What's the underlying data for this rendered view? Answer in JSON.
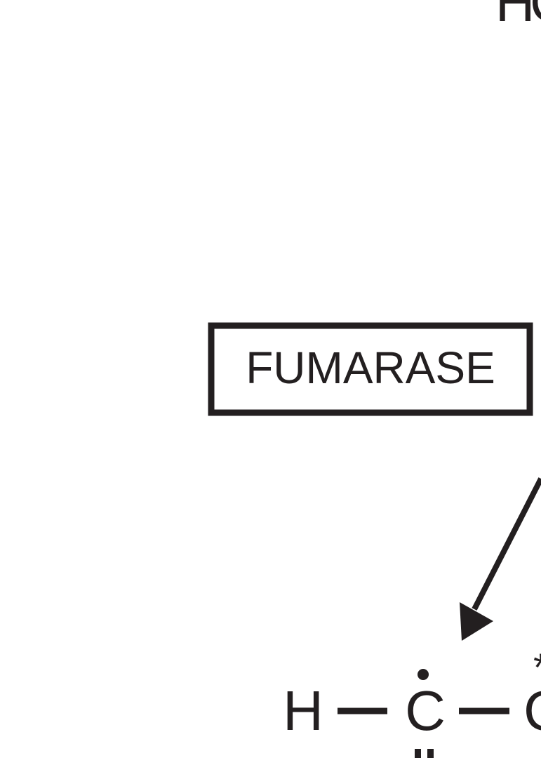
{
  "enzyme_label": "FUMARASE",
  "top_fragment": "H",
  "atoms": {
    "hydrogen": "H",
    "carbon_center": "C",
    "carbon_right": "C",
    "star_mark": "*"
  },
  "colors": {
    "ink": "#231f20",
    "background": "#ffffff"
  }
}
